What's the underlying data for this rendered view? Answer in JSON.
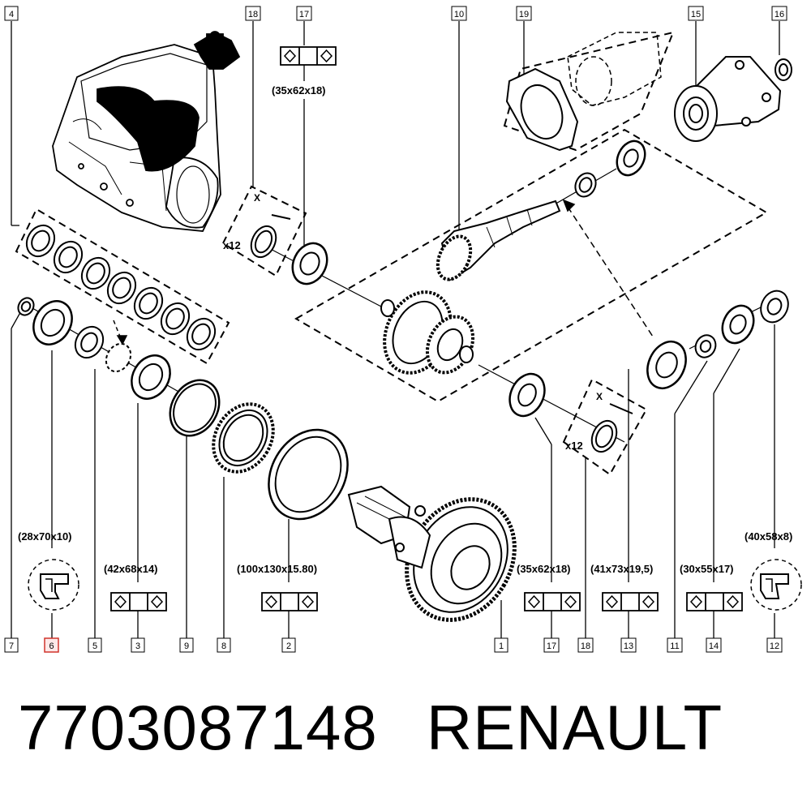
{
  "callouts": [
    {
      "id": "4",
      "label": "4"
    },
    {
      "id": "18a",
      "label": "18"
    },
    {
      "id": "17a",
      "label": "17"
    },
    {
      "id": "10",
      "label": "10"
    },
    {
      "id": "19",
      "label": "19"
    },
    {
      "id": "15",
      "label": "15"
    },
    {
      "id": "16",
      "label": "16"
    },
    {
      "id": "7",
      "label": "7"
    },
    {
      "id": "6",
      "label": "6",
      "highlight": "#d0342c"
    },
    {
      "id": "5",
      "label": "5"
    },
    {
      "id": "3",
      "label": "3"
    },
    {
      "id": "9",
      "label": "9"
    },
    {
      "id": "8",
      "label": "8"
    },
    {
      "id": "2",
      "label": "2"
    },
    {
      "id": "1",
      "label": "1"
    },
    {
      "id": "17b",
      "label": "17"
    },
    {
      "id": "18b",
      "label": "18"
    },
    {
      "id": "13",
      "label": "13"
    },
    {
      "id": "11",
      "label": "11"
    },
    {
      "id": "14",
      "label": "14"
    },
    {
      "id": "12",
      "label": "12"
    }
  ],
  "specs": {
    "s17top": "(35x62x18)",
    "s6": "(28x70x10)",
    "s3": "(42x68x14)",
    "s2": "(100x130x15.80)",
    "s17": "(35x62x18)",
    "s13": "(41x73x19,5)",
    "s14": "(30x55x17)",
    "s12": "(40x58x8)"
  },
  "marks": {
    "x": "X",
    "x12": "x12"
  },
  "footer": {
    "part_number": "7703087148",
    "brand": "RENAULT"
  }
}
